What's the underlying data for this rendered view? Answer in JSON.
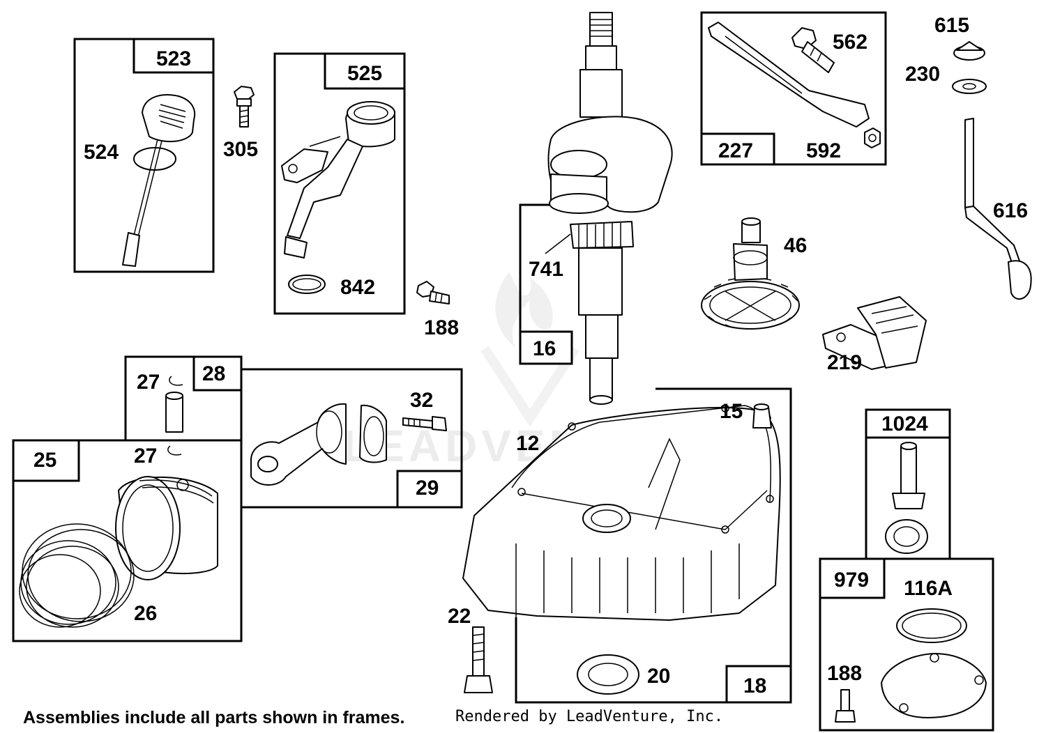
{
  "diagram": {
    "callouts": {
      "p523": "523",
      "p524": "524",
      "p305": "305",
      "p525": "525",
      "p842": "842",
      "p188a": "188",
      "p741": "741",
      "p16": "16",
      "p562": "562",
      "p227": "227",
      "p592": "592",
      "p615": "615",
      "p230": "230",
      "p616": "616",
      "p46": "46",
      "p219": "219",
      "p28": "28",
      "p27a": "27",
      "p27b": "27",
      "p25": "25",
      "p26": "26",
      "p32": "32",
      "p29": "29",
      "p12": "12",
      "p15": "15",
      "p22": "22",
      "p20": "20",
      "p18": "18",
      "p1024": "1024",
      "p979": "979",
      "p116a": "116A",
      "p188b": "188"
    },
    "footer_note": "Assemblies include all parts shown in frames.",
    "rendered_by": "Rendered by LeadVenture, Inc.",
    "watermark": "LEADVENTURE"
  }
}
